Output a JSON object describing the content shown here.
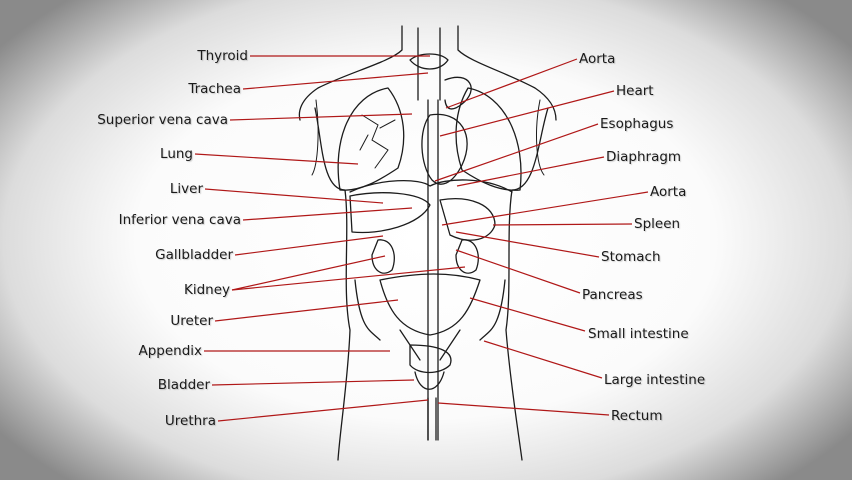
{
  "colors": {
    "leader_line": "#b01818",
    "outline": "#1c1c1c",
    "text": "#1a1a1a",
    "vignette": "#8a8a8a"
  },
  "labels_left": {
    "thyroid": "Thyroid",
    "trachea": "Trachea",
    "superior_vena_cava": "Superior vena cava",
    "lung": "Lung",
    "liver": "Liver",
    "inferior_vena_cava": "Inferior vena cava",
    "gallbladder": "Gallbladder",
    "kidney": "Kidney",
    "ureter": "Ureter",
    "appendix": "Appendix",
    "bladder": "Bladder",
    "urethra": "Urethra"
  },
  "labels_right": {
    "aorta_upper": "Aorta",
    "heart": "Heart",
    "esophagus": "Esophagus",
    "diaphragm": "Diaphragm",
    "aorta_lower": "Aorta",
    "spleen": "Spleen",
    "stomach": "Stomach",
    "pancreas": "Pancreas",
    "small_intestine": "Small intestine",
    "large_intestine": "Large intestine",
    "rectum": "Rectum"
  }
}
